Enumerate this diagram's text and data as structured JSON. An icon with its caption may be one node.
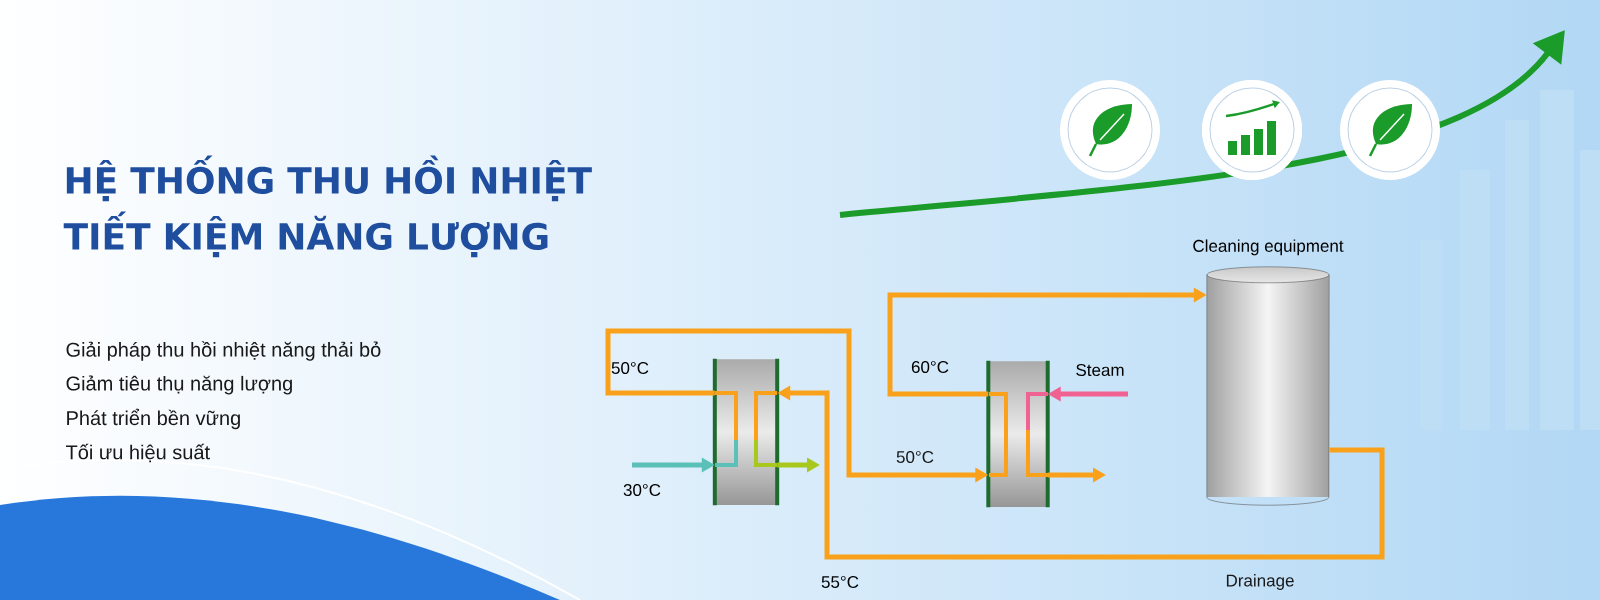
{
  "diagram": {
    "title": "HỆ THỐNG THU HỒI NHIỆT TIẾT KIỆM NĂNG LƯỢNG",
    "nodes": [
      {
        "text": [],
        "shape": "box"
      },
      {
        "text": [],
        "shape": "box"
      },
      {
        "text": [
          "Cleaning equipment"
        ]
      }
    ],
    "edges": [
      {
        "from": 1,
        "to": 2,
        "arrow": "to",
        "label": "60°C"
      },
      {
        "from": 2,
        "to": 0,
        "arrow": "to",
        "label": "55°C"
      },
      {
        "from": 0,
        "to": 1,
        "arrow": "to",
        "label": "50°C"
      },
      {
        "from": null,
        "to": 0,
        "arrow": "to",
        "label": "30°C",
        "color": "#5bc0b8"
      },
      {
        "from": 0,
        "to": null,
        "arrow": "to",
        "color": "#a8c81e"
      },
      {
        "from": null,
        "to": 1,
        "arrow": "to",
        "label": "Steam",
        "color": "#f06292"
      },
      {
        "from": 1,
        "to": null,
        "arrow": "to"
      }
    ],
    "labels": [
      "Giải pháp thu hồi nhiệt năng thải bỏ",
      "Giảm tiêu thụ năng lượng",
      "Phát triển bền vững",
      "Tối ưu hiệu suất",
      "50°C",
      "Drainage"
    ]
  }
}
